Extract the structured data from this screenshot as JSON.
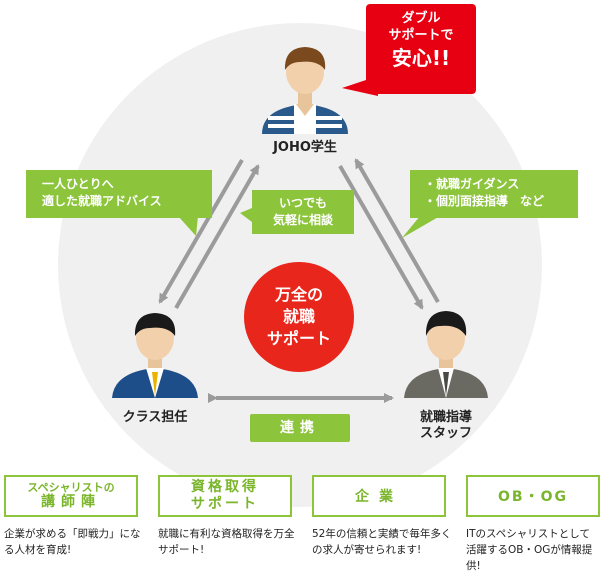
{
  "callout": {
    "line1": "ダブル",
    "line2": "サポートで",
    "line3": "安心!!"
  },
  "roles": {
    "student": "JOHO学生",
    "teacher": "クラス担任",
    "staff_line1": "就職指導",
    "staff_line2": "スタッフ"
  },
  "notes": {
    "left_line1": "一人ひとりへ",
    "left_line2": "適した就職アドバイス",
    "center_line1": "いつでも",
    "center_line2": "気軽に相談",
    "right_line1": "・就職ガイダンス",
    "right_line2": "・個別面接指導　など"
  },
  "center": {
    "line1": "万全の",
    "line2": "就職",
    "line3": "サポート"
  },
  "link_label": "連携",
  "cards": [
    {
      "line1": "スペシャリストの",
      "line2": "講師陣",
      "desc": "企業が求める「即戦力」になる人材を育成!"
    },
    {
      "line1": "資格取得",
      "line2": "サポート",
      "desc": "就職に有利な資格取得を万全サポート!"
    },
    {
      "line1": "",
      "line2": "企業",
      "desc": "52年の信頼と実績で毎年多くの求人が寄せられます!"
    },
    {
      "line1": "",
      "line2": "OB・OG",
      "desc": "ITのスペシャリストとして活躍するOB・OGが情報提供!"
    }
  ],
  "colors": {
    "green": "#8cc43c",
    "red": "#e8261c",
    "circle": "#f0f0f0",
    "arrow": "#9b9b9b"
  }
}
